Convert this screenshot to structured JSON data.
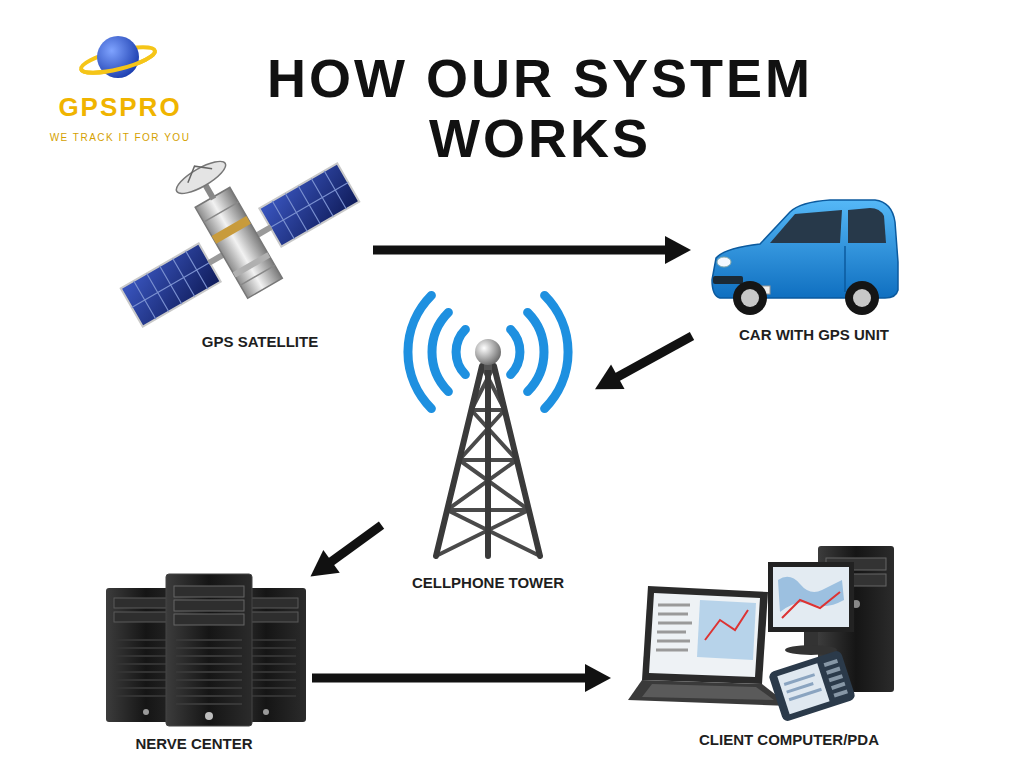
{
  "diagram": {
    "title": "HOW OUR SYSTEM WORKS",
    "nodes": [
      {
        "text": [
          "GPS SATELLITE"
        ]
      },
      {
        "text": [
          "CAR WITH GPS UNIT"
        ]
      },
      {
        "text": [
          "CELLPHONE TOWER"
        ]
      },
      {
        "text": [
          "NERVE CENTER"
        ]
      },
      {
        "text": [
          "CLIENT COMPUTER/PDA"
        ]
      }
    ],
    "edges": [
      {
        "from": 0,
        "to": 1,
        "arrow": "to"
      },
      {
        "from": 1,
        "to": 2,
        "arrow": "to"
      },
      {
        "from": 2,
        "to": 3,
        "arrow": "to"
      },
      {
        "from": 3,
        "to": 4,
        "arrow": "to"
      }
    ],
    "labels": [
      "GPSPRO",
      "WE TRACK IT FOR YOU"
    ]
  }
}
